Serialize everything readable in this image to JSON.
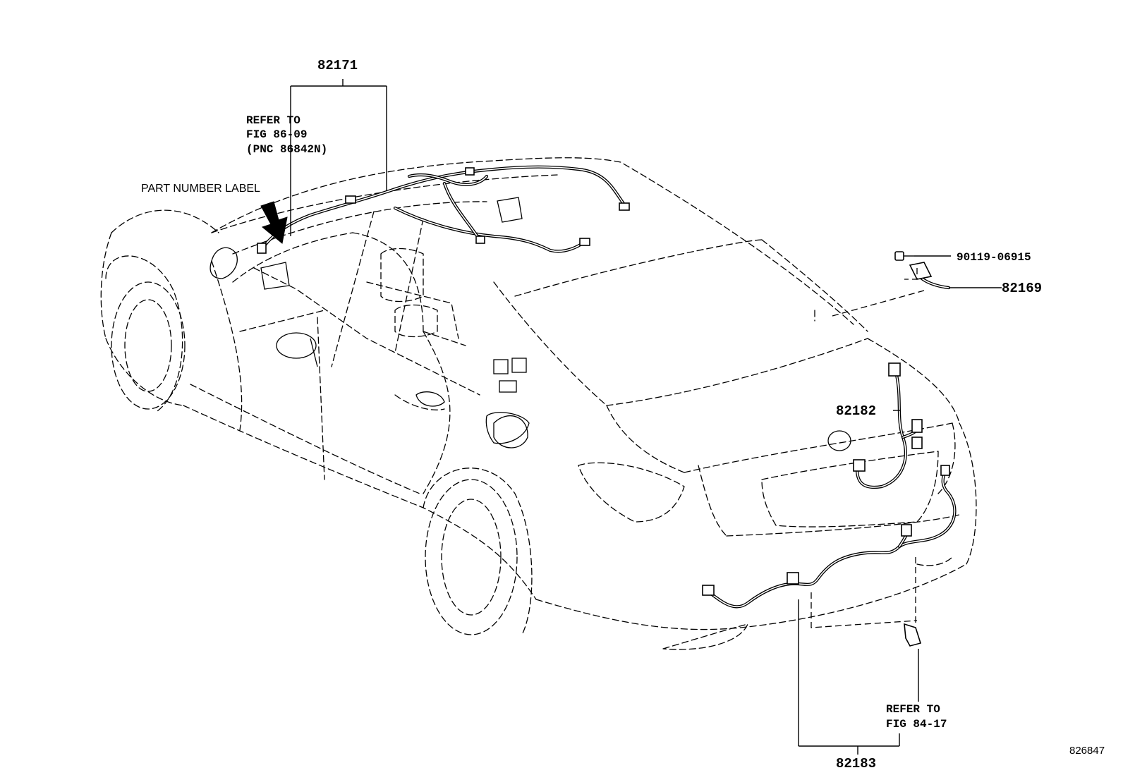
{
  "labels": {
    "part_82171": "82171",
    "refer_86_line1": "REFER TO",
    "refer_86_line2": "FIG 86-09",
    "refer_86_line3": "(PNC 86842N)",
    "part_number_label": "PART NUMBER LABEL",
    "part_90119": "90119-06915",
    "part_82169": "82169",
    "part_82182": "82182",
    "refer_84_line1": "REFER TO",
    "refer_84_line2": "FIG 84-17",
    "part_82183": "82183",
    "diagram_id": "826847"
  },
  "icons": {
    "pointer": "arrow-icon"
  }
}
